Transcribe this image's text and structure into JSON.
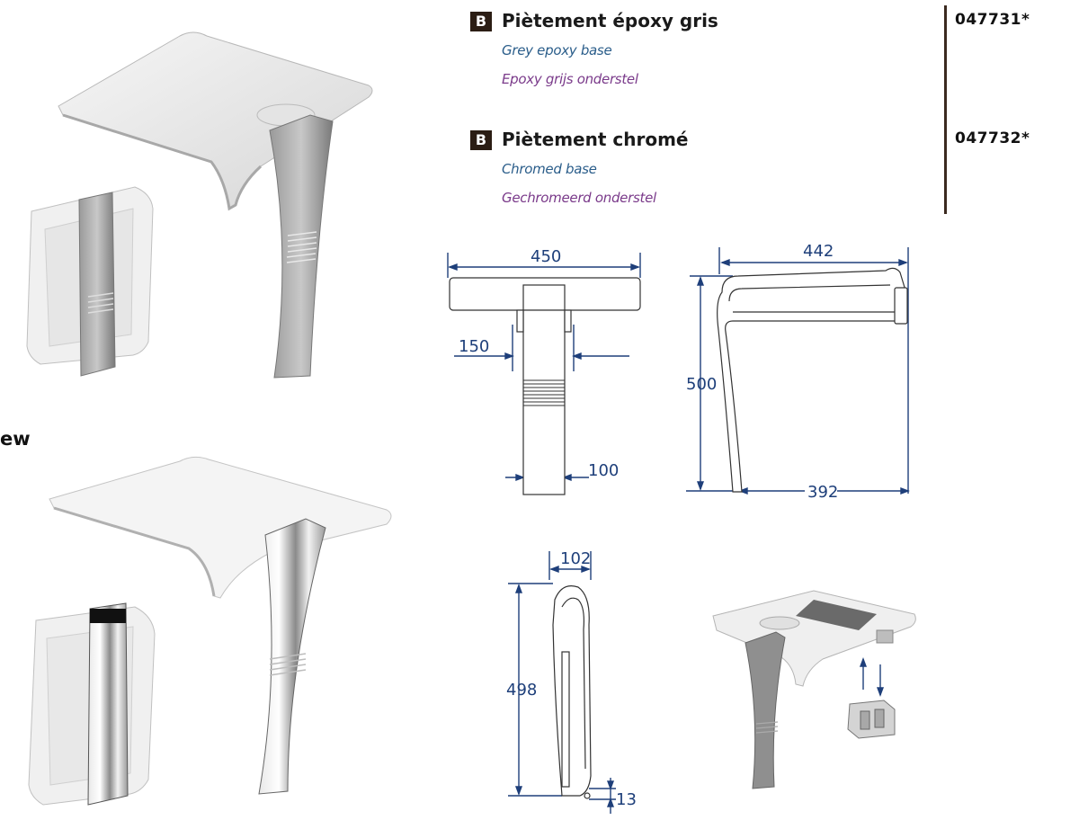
{
  "items": [
    {
      "badge": "B",
      "title_fr": "Piètement époxy gris",
      "title_en": "Grey epoxy base",
      "title_nl": "Epoxy grijs onderstel",
      "ref": "047731*"
    },
    {
      "badge": "B",
      "title_fr": "Piètement chromé",
      "title_en": "Chromed base",
      "title_nl": "Gechromeerd onderstel",
      "ref": "047732*"
    }
  ],
  "edge_text": "ew",
  "dimensions": {
    "front_width": "450",
    "front_mount": "150",
    "front_leg": "100",
    "side_depth": "442",
    "side_height": "500",
    "side_base": "392",
    "folded_depth": "102",
    "folded_height": "498",
    "folded_gap": "13"
  },
  "colors": {
    "badge": "#2b1d14",
    "title": "#1a1a1a",
    "english": "#2a5d8a",
    "dutch": "#7a3a8a",
    "dimension": "#1e3f7a"
  }
}
